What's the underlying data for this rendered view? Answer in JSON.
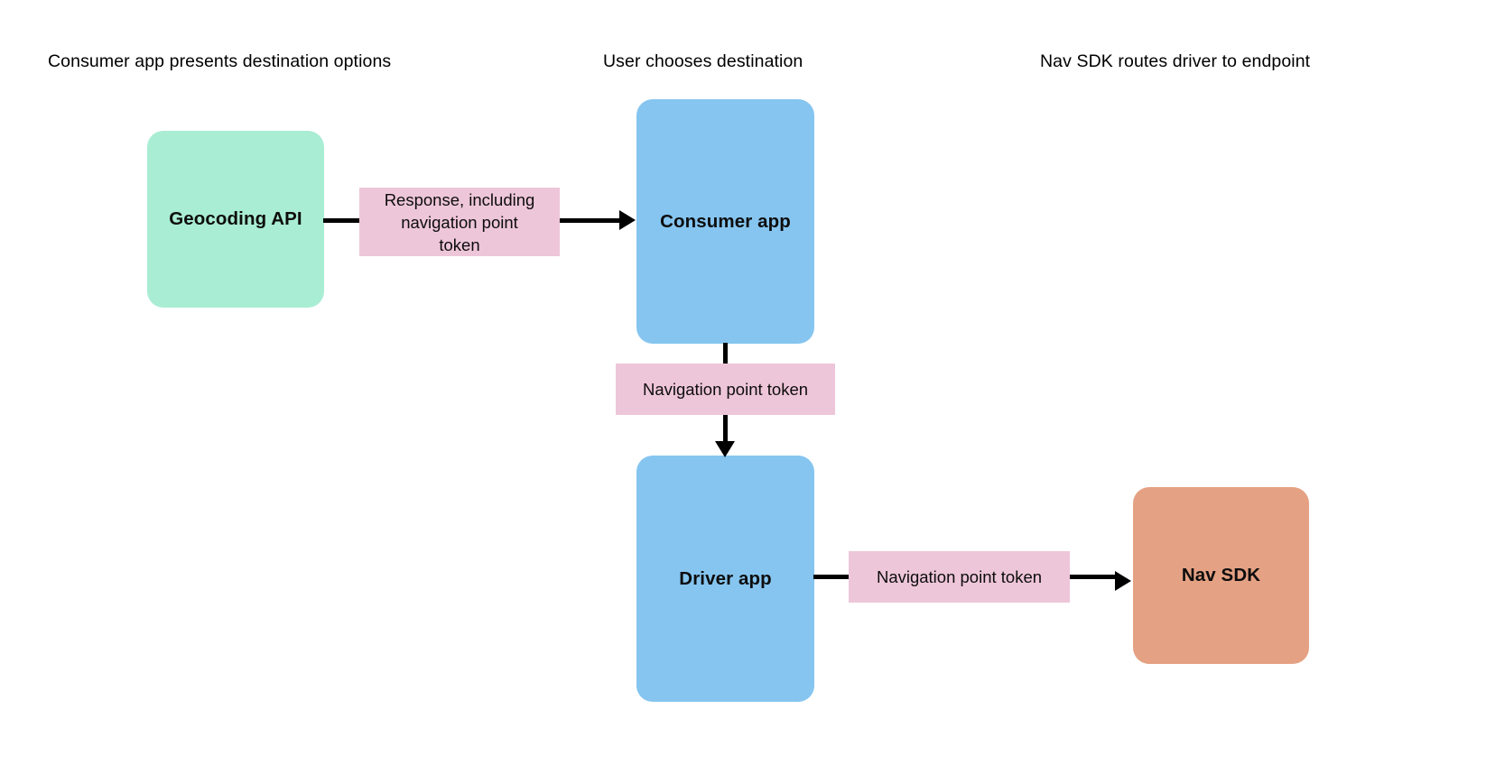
{
  "diagram": {
    "title_row": [
      {
        "id": "stage-1",
        "label": "Consumer app presents destination options"
      },
      {
        "id": "stage-2",
        "label": "User chooses destination"
      },
      {
        "id": "stage-3",
        "label": "Nav SDK routes driver to endpoint"
      }
    ],
    "nodes": [
      {
        "id": "geocoding-api",
        "label": "Geocoding API",
        "color": "#A9EDD4",
        "shape": "rounded-rect"
      },
      {
        "id": "consumer-app",
        "label": "Consumer app",
        "color": "#85C5F0",
        "shape": "rounded-rect"
      },
      {
        "id": "driver-app",
        "label": "Driver app",
        "color": "#85C5F0",
        "shape": "rounded-rect"
      },
      {
        "id": "nav-sdk",
        "label": "Nav SDK",
        "color": "#E5A183",
        "shape": "rounded-rect"
      }
    ],
    "edges": [
      {
        "id": "geocoding-to-consumer",
        "from": "geocoding-api",
        "to": "consumer-app",
        "label": "Response, including\nnavigation point\ntoken",
        "label_color": "#EEC6D9",
        "direction": "right"
      },
      {
        "id": "consumer-to-driver",
        "from": "consumer-app",
        "to": "driver-app",
        "label": "Navigation point token",
        "label_color": "#EEC6D9",
        "direction": "down"
      },
      {
        "id": "driver-to-navsdk",
        "from": "driver-app",
        "to": "nav-sdk",
        "label": "Navigation point token",
        "label_color": "#EEC6D9",
        "direction": "right"
      }
    ],
    "colors": {
      "background": "#FFFFFF",
      "connector": "#000000",
      "text": "#0D0D0D",
      "mint": "#A9EDD4",
      "blue": "#85C5F0",
      "salmon": "#E5A183",
      "pink": "#EEC6D9"
    }
  }
}
